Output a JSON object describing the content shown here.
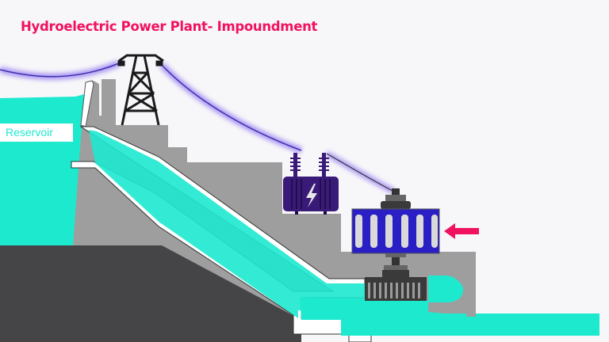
{
  "title": "Hydroelectric Power Plant- Impoundment",
  "labels": {
    "reservoir": "Reservoir"
  },
  "components": [
    {
      "name": "transmission-tower",
      "label": "Transmission tower"
    },
    {
      "name": "power-lines",
      "label": "Power lines"
    },
    {
      "name": "transformer",
      "label": "Transformer"
    },
    {
      "name": "generator",
      "label": "Generator"
    },
    {
      "name": "turbine",
      "label": "Turbine"
    },
    {
      "name": "penstock",
      "label": "Penstock"
    },
    {
      "name": "dam",
      "label": "Dam"
    },
    {
      "name": "reservoir",
      "label": "Reservoir"
    },
    {
      "name": "outflow",
      "label": "River outflow"
    },
    {
      "name": "flow-arrow",
      "label": "Arrow pointing to generator"
    }
  ],
  "colors": {
    "title": "#f0125e",
    "water": "#1de9cf",
    "dam": "#9e9e9e",
    "bedrock": "#454447",
    "generator": "#2a1fc4",
    "transformer": "#3a1a78",
    "arrow": "#f0125e",
    "lines": "#3a2fb0",
    "background": "#f7f6f9"
  }
}
